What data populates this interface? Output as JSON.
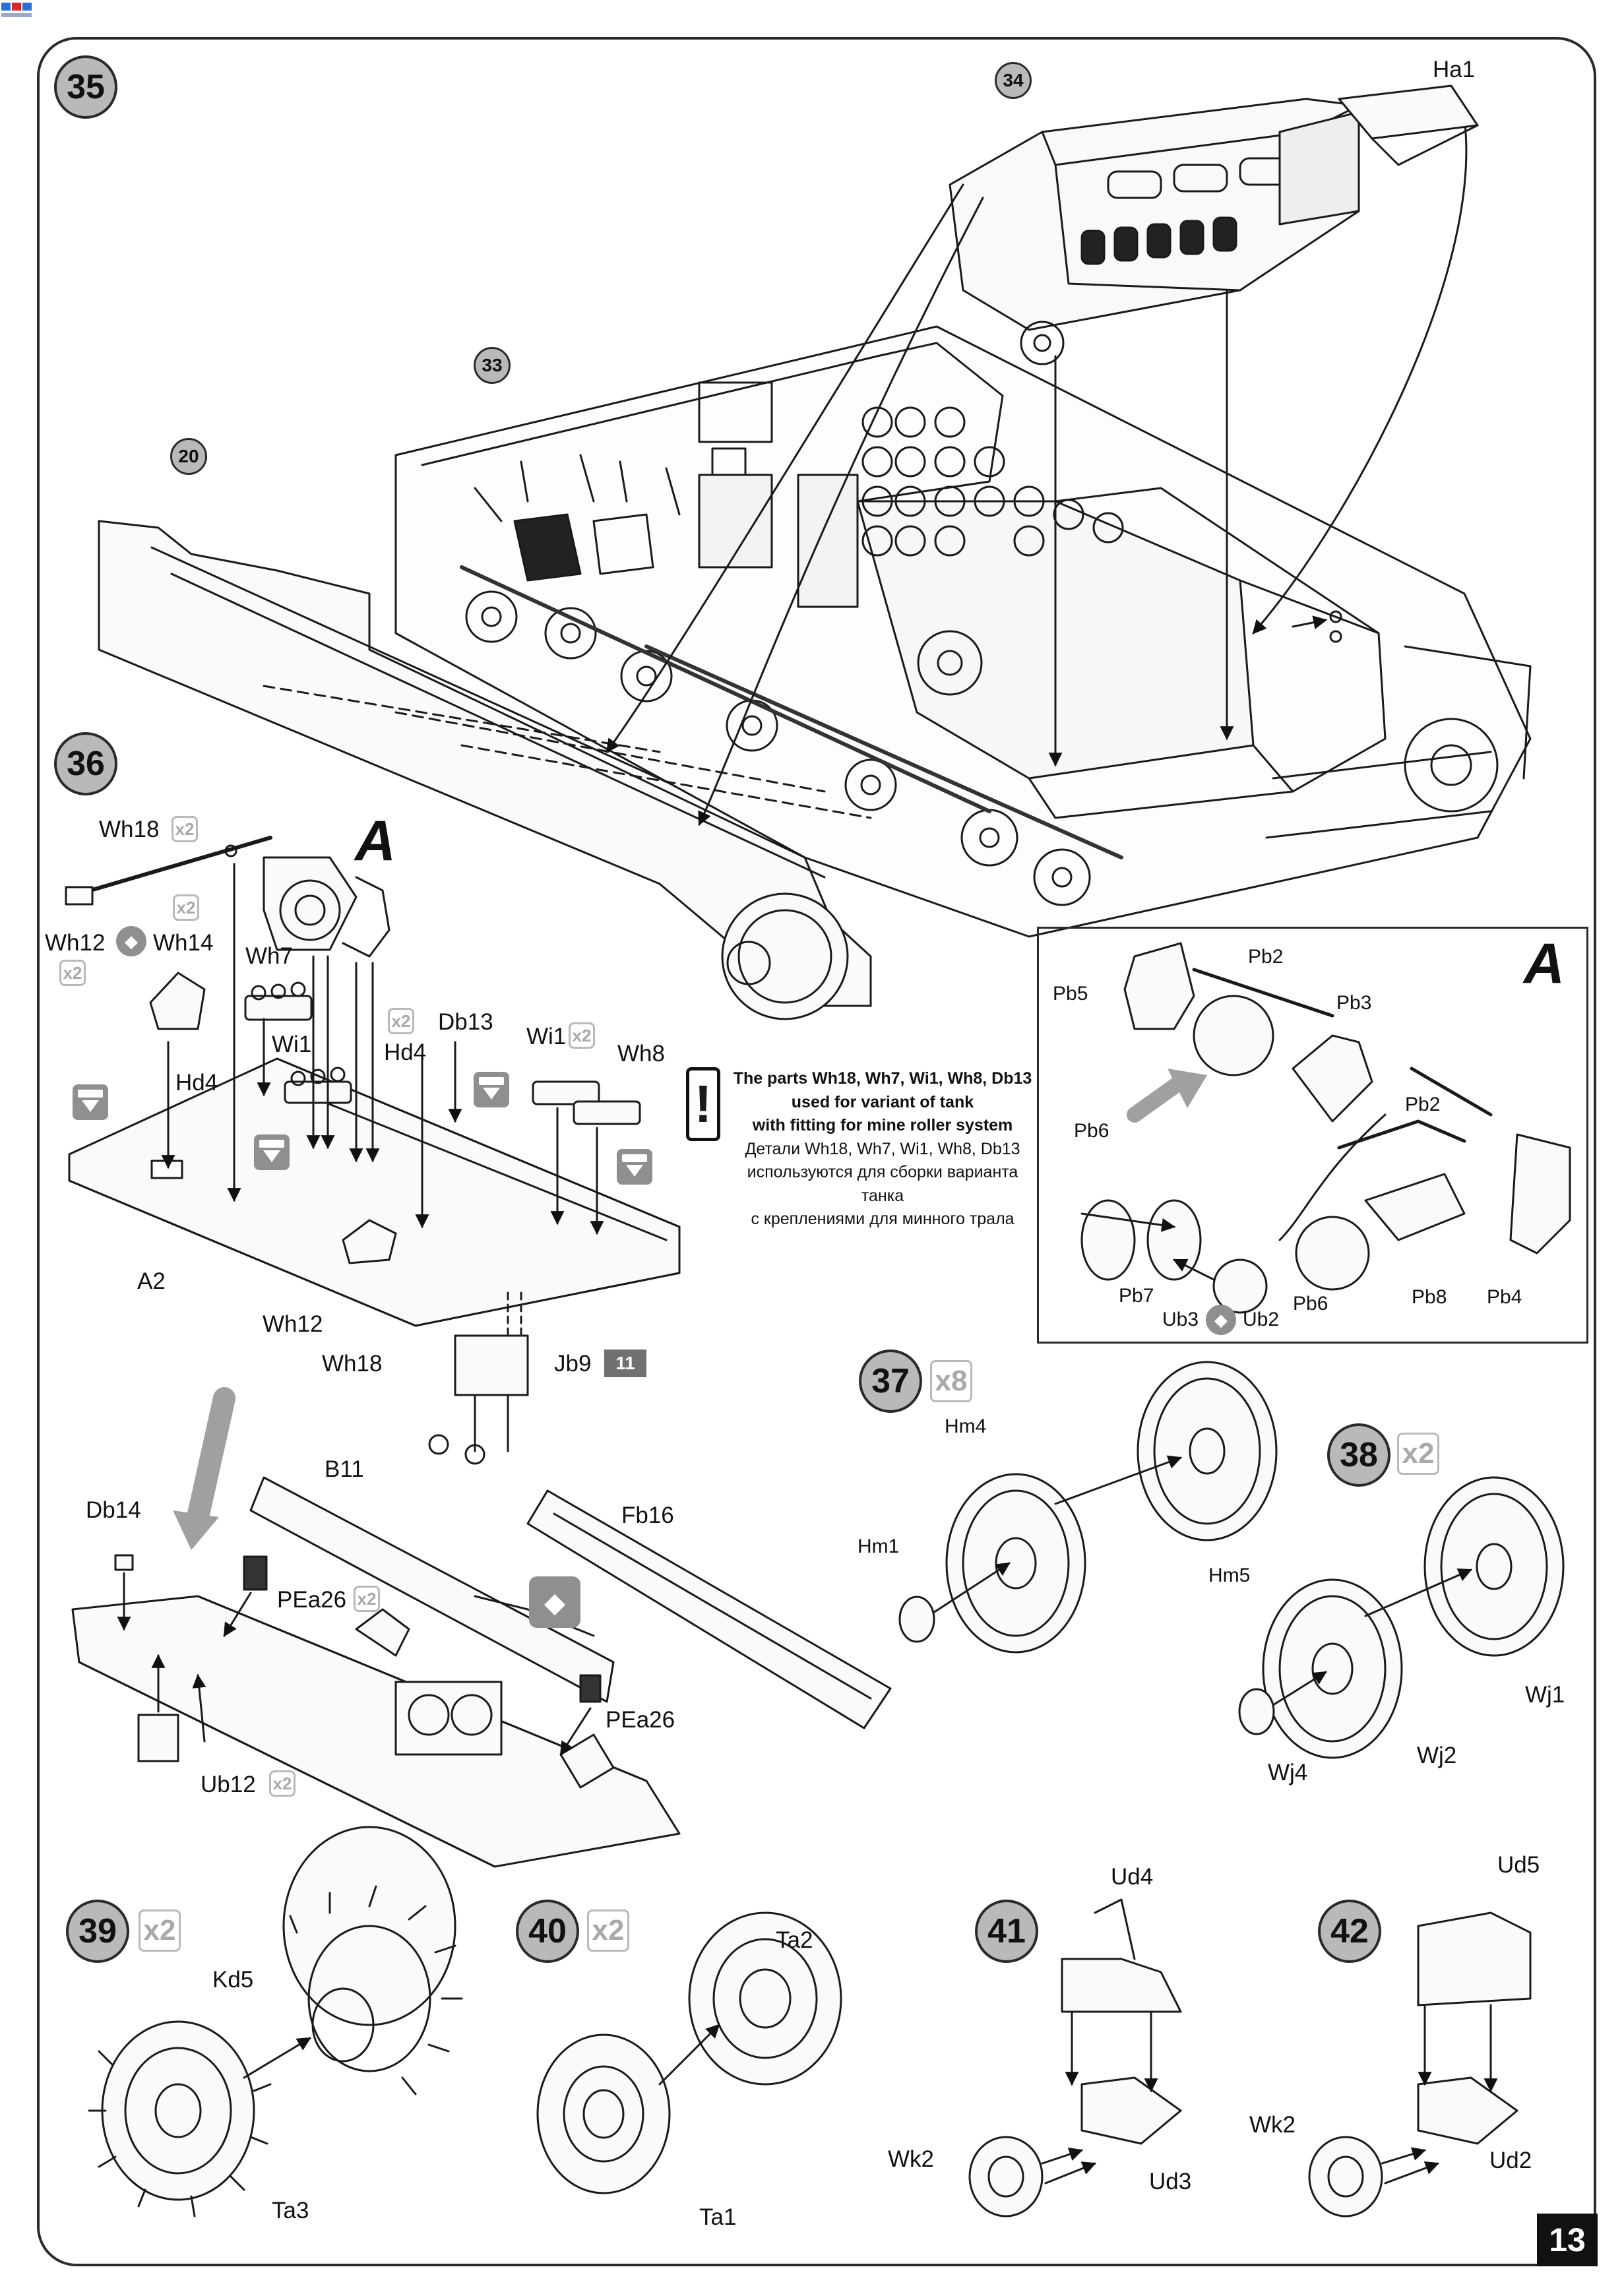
{
  "steps": {
    "s35": {
      "number": "35"
    },
    "s36": {
      "number": "36"
    },
    "s37": {
      "number": "37",
      "qty": "x8"
    },
    "s38": {
      "number": "38",
      "qty": "x2"
    },
    "s39": {
      "number": "39",
      "qty": "x2"
    },
    "s40": {
      "number": "40",
      "qty": "x2"
    },
    "s41": {
      "number": "41"
    },
    "s42": {
      "number": "42"
    }
  },
  "refs": [
    "34",
    "33",
    "20"
  ],
  "labels": {
    "ha1": "Ha1",
    "wh18_top": "Wh18",
    "wh12_top": "Wh12",
    "wh14": "Wh14",
    "wh7": "Wh7",
    "wi1_a": "Wi1",
    "hd4_a": "Hd4",
    "hd4_b": "Hd4",
    "db13": "Db13",
    "wi1_b": "Wi1",
    "wh8": "Wh8",
    "a2": "A2",
    "wh12_bottom": "Wh12",
    "wh18_bottom": "Wh18",
    "jb9": "Jb9",
    "db14": "Db14",
    "b11": "B11",
    "pea26_a": "PEa26",
    "pea26_b": "PEa26",
    "ub12": "Ub12",
    "fb16": "Fb16",
    "pb5": "Pb5",
    "pb2_a": "Pb2",
    "pb3": "Pb3",
    "pb2_b": "Pb2",
    "pb6_a": "Pb6",
    "pb7": "Pb7",
    "ub3": "Ub3",
    "ub2": "Ub2",
    "pb6_b": "Pb6",
    "pb8": "Pb8",
    "pb4": "Pb4",
    "hm4": "Hm4",
    "hm1": "Hm1",
    "hm5": "Hm5",
    "wj1": "Wj1",
    "wj2": "Wj2",
    "wj4": "Wj4",
    "kd5": "Kd5",
    "ta3": "Ta3",
    "ta2": "Ta2",
    "ta1": "Ta1",
    "ud4": "Ud4",
    "wk2_a": "Wk2",
    "ud3": "Ud3",
    "ud5": "Ud5",
    "wk2_b": "Wk2",
    "ud2": "Ud2"
  },
  "quantities": {
    "wh18": "x2",
    "wh14": "x2",
    "wh12": "x2",
    "db13": "x2",
    "wi1": "x2",
    "pea26": "x2",
    "ub12": "x2"
  },
  "detail_marker": "A",
  "paint_ref": "11",
  "note": {
    "symbol": "!",
    "en_lines": [
      "The parts Wh18, Wh7, Wi1, Wh8, Db13",
      "used for variant of tank",
      "with fitting for mine roller system"
    ],
    "ru_lines": [
      "Детали Wh18, Wh7, Wi1, Wh8, Db13",
      "используются для сборки варианта танка",
      "с креплениями для минного трала"
    ]
  },
  "page_number": "13"
}
